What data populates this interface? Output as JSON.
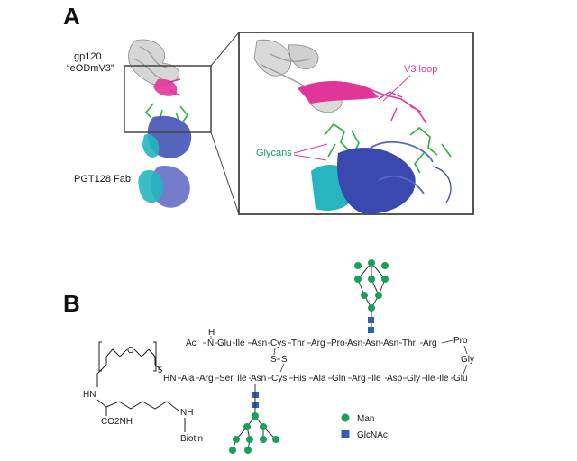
{
  "panel_a": {
    "letter": "A",
    "label_gp120_line1": "gp120",
    "label_gp120_line2": "“eODmV3”",
    "label_fab": "PGT128 Fab",
    "label_v3": "V3 loop",
    "label_glycans": "Glycans"
  },
  "panel_b": {
    "letter": "B",
    "top_chain": [
      "Ac",
      "H",
      "N",
      "Glu",
      "Ile",
      "Asn",
      "Cys",
      "Thr",
      "Arg",
      "Pro",
      "Asn",
      "Asn",
      "Asn",
      "Thr",
      "Arg"
    ],
    "turn": [
      "Pro",
      "Gly"
    ],
    "bottom_chain": [
      "HN",
      "Ala",
      "Arg",
      "Ser",
      "Ile",
      "Asn",
      "Cys",
      "His",
      "Ala",
      "Gln",
      "Arg",
      "Ile",
      "Asp",
      "Gly",
      "Ile",
      "Ile",
      "Glu"
    ],
    "disulfide": [
      "S",
      "S"
    ],
    "peg_o": "O",
    "peg_n": "5",
    "lysine_hn": "HN",
    "lysine_co2nh": "CO2NH",
    "lysine_nh": "NH",
    "biotin": "Biotin",
    "legend": [
      {
        "label": "Man",
        "color": "#1aa05a",
        "shape": "circle"
      },
      {
        "label": "GlcNAc",
        "color": "#2f5fb0",
        "shape": "square"
      }
    ]
  },
  "colors": {
    "gp120": "#c8c8c8",
    "v3": "#e0369a",
    "glycan": "#2fb24a",
    "fab_heavy": "#3a49b0",
    "fab_light": "#27b5c0",
    "man": "#1aa05a",
    "glcnac": "#2f5fb0"
  }
}
